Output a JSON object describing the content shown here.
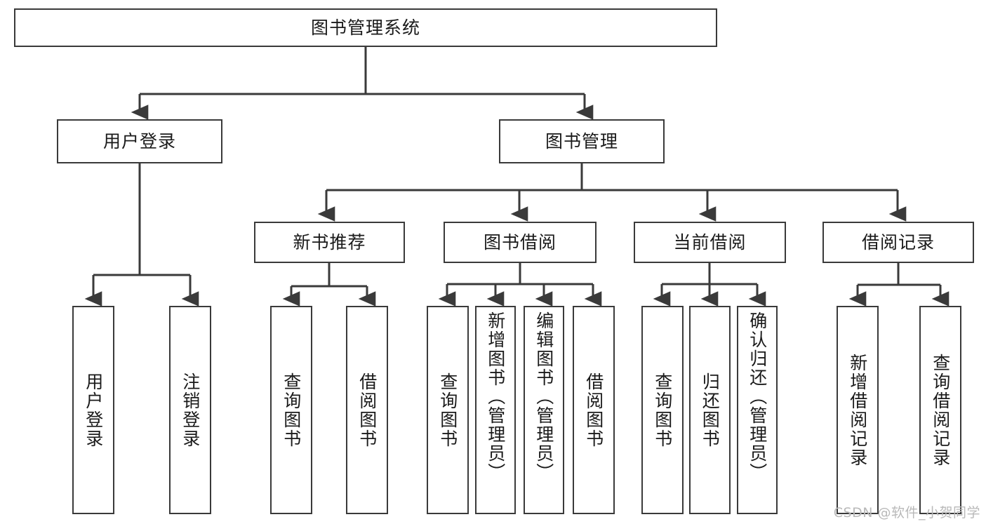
{
  "diagram": {
    "title": "图书管理系统",
    "type": "tree-hierarchy",
    "watermark": "CSDN @软件_小贺同学",
    "colors": {
      "stroke": "#3a3a3a",
      "fill": "#ffffff",
      "text": "#1a1a1a",
      "watermark": "#b9b9b9"
    },
    "root": {
      "label": "图书管理系统"
    },
    "level2": [
      {
        "label": "用户登录"
      },
      {
        "label": "图书管理"
      }
    ],
    "level3": [
      {
        "label": "新书推荐"
      },
      {
        "label": "图书借阅"
      },
      {
        "label": "当前借阅"
      },
      {
        "label": "借阅记录"
      }
    ],
    "leaves": {
      "user_login": [
        {
          "label": "用户登录"
        },
        {
          "label": "注销登录"
        }
      ],
      "new_book_recommend": [
        {
          "label": "查询图书"
        },
        {
          "label": "借阅图书"
        }
      ],
      "book_borrow": [
        {
          "label": "查询图书"
        },
        {
          "label": "新增图书（管理员）"
        },
        {
          "label": "编辑图书（管理员）"
        },
        {
          "label": "借阅图书"
        }
      ],
      "current_borrow": [
        {
          "label": "查询图书"
        },
        {
          "label": "归还图书"
        },
        {
          "label": "确认归还（管理员）"
        }
      ],
      "borrow_record": [
        {
          "label": "新增借阅记录"
        },
        {
          "label": "查询借阅记录"
        }
      ]
    }
  }
}
